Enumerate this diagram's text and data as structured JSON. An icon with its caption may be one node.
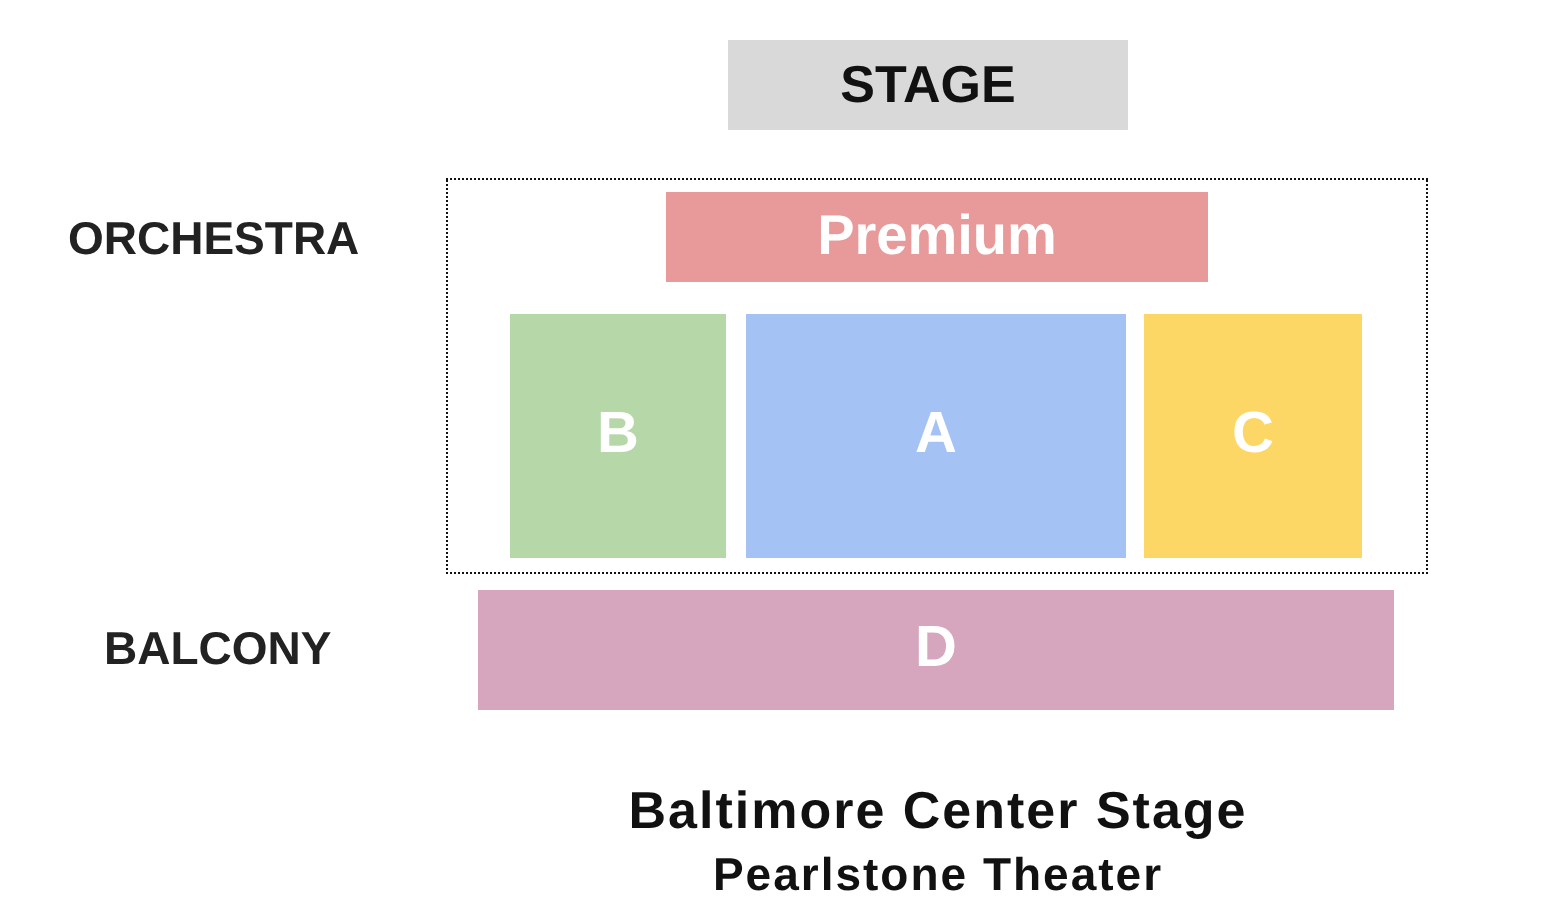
{
  "diagram": {
    "title": "Baltimore Center Stage",
    "caption": "Pearlstone Theater",
    "nodes": [
      {
        "text": [
          "STAGE"
        ]
      },
      {
        "text": [
          "ORCHESTRA"
        ]
      },
      {
        "text": [
          "Premium"
        ],
        "in": 1
      },
      {
        "text": [
          "B"
        ],
        "in": 1
      },
      {
        "text": [
          "A"
        ],
        "in": 1
      },
      {
        "text": [
          "C"
        ],
        "in": 1
      },
      {
        "text": [
          "D"
        ],
        "beside": [
          "BALCONY"
        ]
      }
    ],
    "edges": []
  }
}
